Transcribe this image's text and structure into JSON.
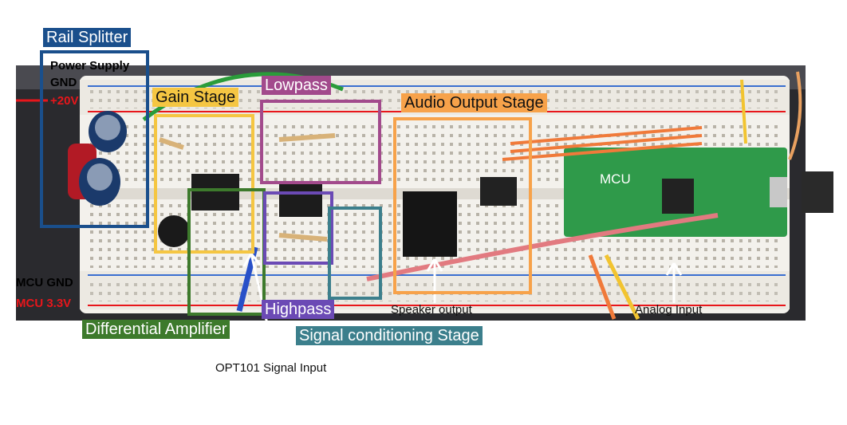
{
  "colors": {
    "rail_splitter": "#1a4f8c",
    "gain_stage": "#f5c642",
    "lowpass": "#a24a8c",
    "audio_output_stage": "#f7a24a",
    "differential_amplifier": "#3d7a2c",
    "highpass": "#6b4ab5",
    "signal_conditioning_stage": "#3c7f8c",
    "supply_red": "#e8161b"
  },
  "labels": {
    "rail_splitter": "Rail Splitter",
    "power_supply": "Power Supply",
    "gnd": "GND",
    "plus_20v": "+20V",
    "gain_stage": "Gain Stage",
    "lowpass": "Lowpass",
    "audio_output_stage": "Audio Output Stage",
    "mcu": "MCU",
    "mcu_gnd": "MCU GND",
    "mcu_3v3": "MCU 3.3V",
    "highpass": "Highpass",
    "speaker_output": "Speaker output",
    "analog_input": "Analog Input",
    "differential_amplifier": "Differential Amplifier",
    "signal_conditioning_stage": "Signal conditioning Stage",
    "opt101_signal_input": "OPT101 Signal Input"
  }
}
